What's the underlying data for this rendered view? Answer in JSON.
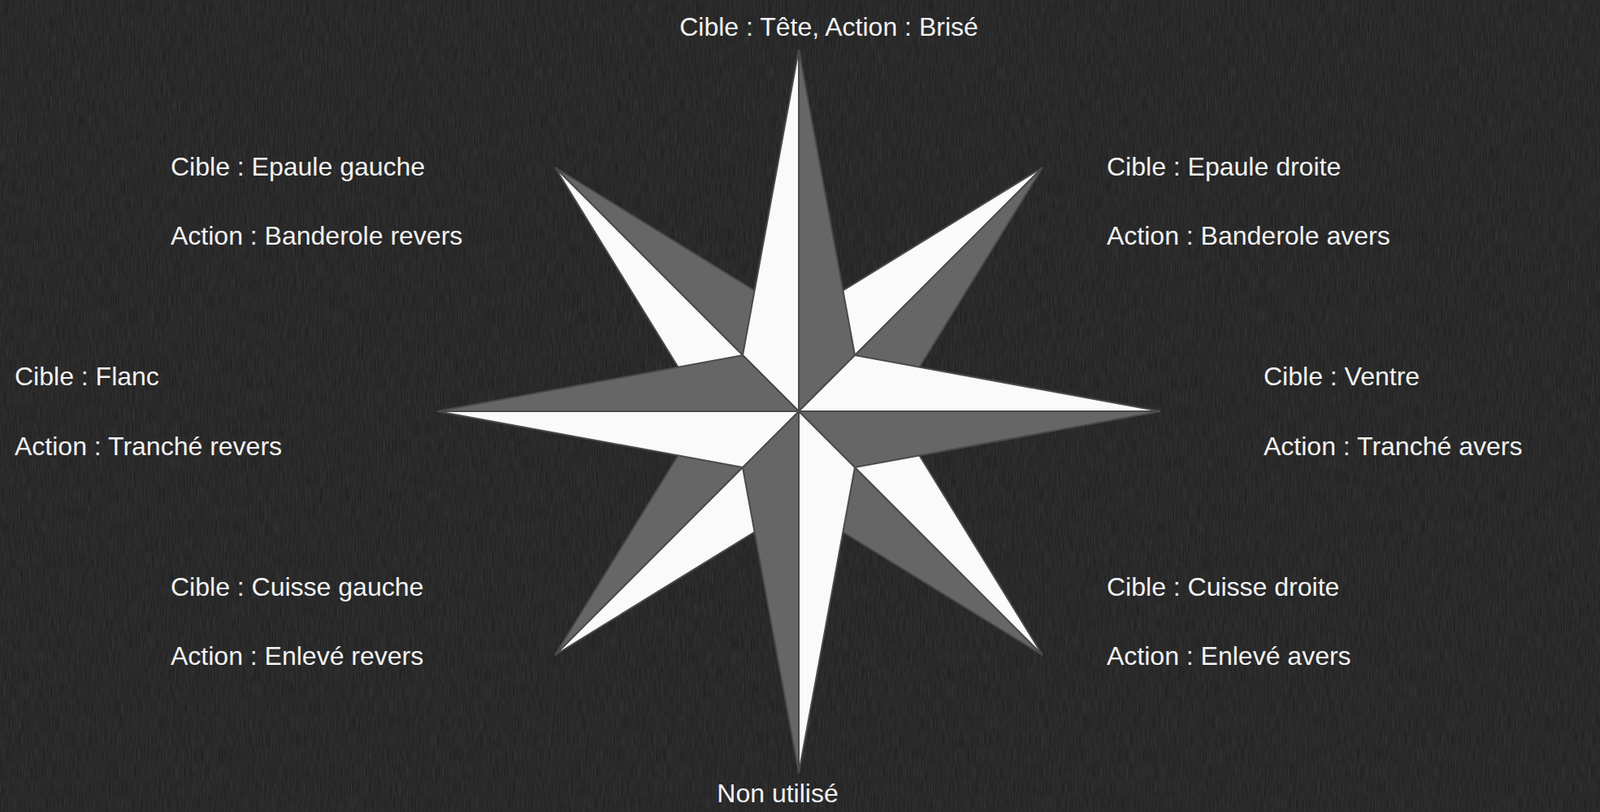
{
  "diagram": {
    "labels": [
      "Cible : Tête, Action : Brisé",
      "Cible : Epaule gauche",
      "Action : Banderole revers",
      "Cible : Epaule droite",
      "Action : Banderole avers",
      "Cible : Flanc",
      "Action : Tranché revers",
      "Cible : Ventre",
      "Action : Tranché avers",
      "Cible : Cuisse gauche",
      "Action : Enlevé revers",
      "Cible : Cuisse droite",
      "Action : Enlevé avers",
      "Non utilisé"
    ]
  }
}
